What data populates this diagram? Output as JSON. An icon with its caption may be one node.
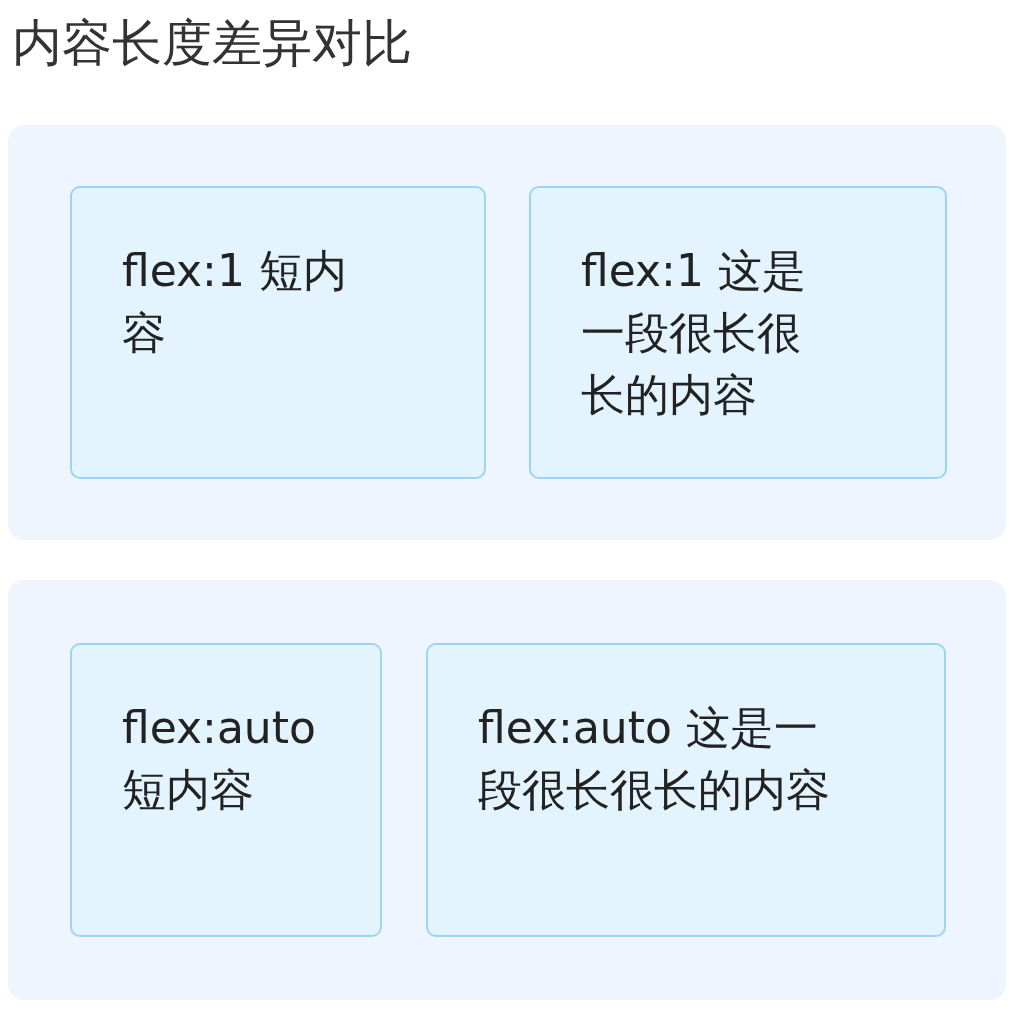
{
  "diagram": {
    "title": "内容长度差异对比",
    "nodes": [
      {
        "text": [],
        "shape": "box"
      },
      {
        "text": [
          "flex:1 短内容"
        ],
        "in": 0
      },
      {
        "text": [
          "flex:1 这是一段很长很长的内容"
        ],
        "in": 0
      },
      {
        "text": [],
        "shape": "box"
      },
      {
        "text": [
          "flex:auto 短内容"
        ],
        "in": 3
      },
      {
        "text": [
          "flex:auto 这是一段很长很长的内容"
        ],
        "in": 3
      }
    ]
  }
}
